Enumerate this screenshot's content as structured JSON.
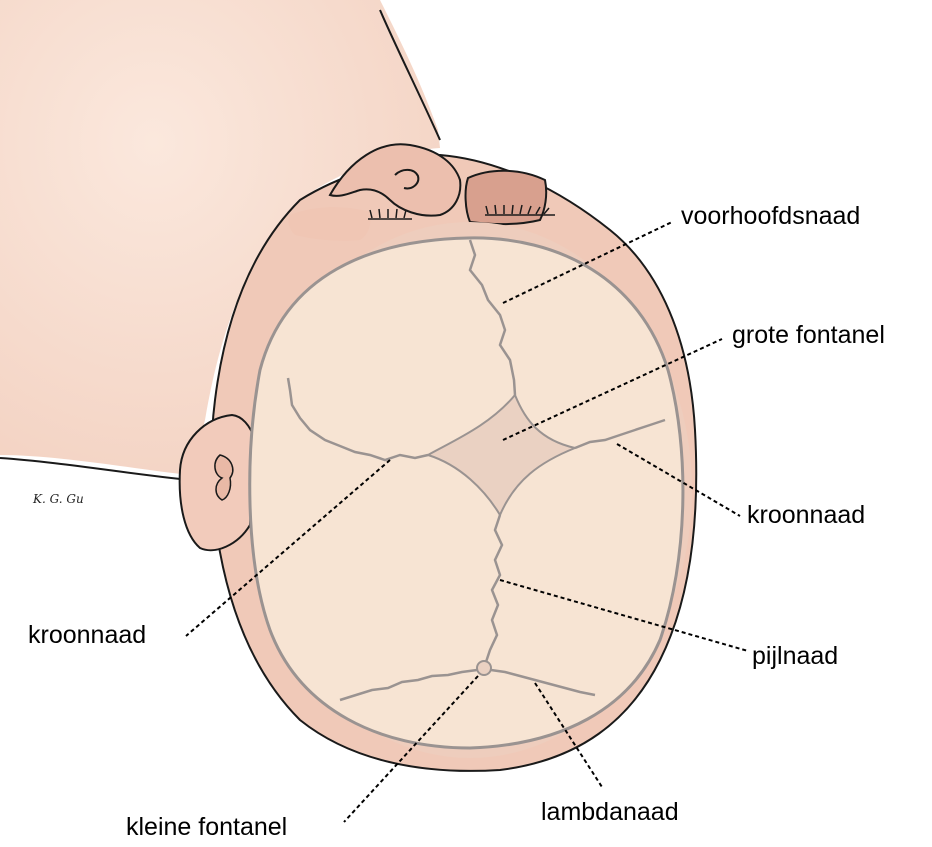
{
  "labels": {
    "voorhoofdsnaad": "voorhoofdsnaad",
    "grote_fontanel": "grote fontanel",
    "kroonnaad_right": "kroonnaad",
    "kroonnaad_left": "kroonnaad",
    "pijlnaad": "pijlnaad",
    "kleine_fontanel": "kleine fontanel",
    "lambdanaad": "lambdanaad"
  },
  "signature": "K. G. Gu",
  "colors": {
    "skin": "#f6d9cc",
    "skin_shadow": "#eab9a8",
    "skull_fill": "#f7e4d3",
    "skull_rim": "#eccfbf",
    "suture": "#9a9391",
    "fontanel": "#ead1c2",
    "outline": "#1a1a1a",
    "leader_line": "#000000"
  }
}
